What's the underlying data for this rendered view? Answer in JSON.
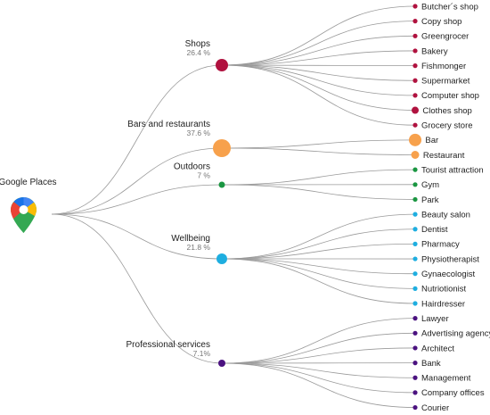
{
  "root": {
    "label": "Google Places",
    "icon": "google-maps-pin-icon"
  },
  "categories": [
    {
      "name": "Shops",
      "percent": "26.4 %",
      "color": "#b0123f",
      "leaves": [
        "Butcher´s shop",
        "Copy shop",
        "Greengrocer",
        "Bakery",
        "Fishmonger",
        "Supermarket",
        "Computer shop",
        "Clothes shop",
        "Grocery store"
      ]
    },
    {
      "name": "Bars and restaurants",
      "percent": "37.6 %",
      "color": "#f7a14c",
      "leaves": [
        "Bar",
        "Restaurant"
      ]
    },
    {
      "name": "Outdoors",
      "percent": "7 %",
      "color": "#1a9641",
      "leaves": [
        "Tourist attraction",
        "Gym",
        "Park"
      ]
    },
    {
      "name": "Wellbeing",
      "percent": "21.8 %",
      "color": "#1eaee0",
      "leaves": [
        "Beauty salon",
        "Dentist",
        "Pharmacy",
        "Physiotherapist",
        "Gynaecologist",
        "Nutriotionist",
        "Hairdresser"
      ]
    },
    {
      "name": "Professional services",
      "percent": "7.1%",
      "color": "#4b1280",
      "leaves": [
        "Lawyer",
        "Advertising agency",
        "Architect",
        "Bank",
        "Management",
        "Company offices",
        "Courier"
      ]
    }
  ]
}
